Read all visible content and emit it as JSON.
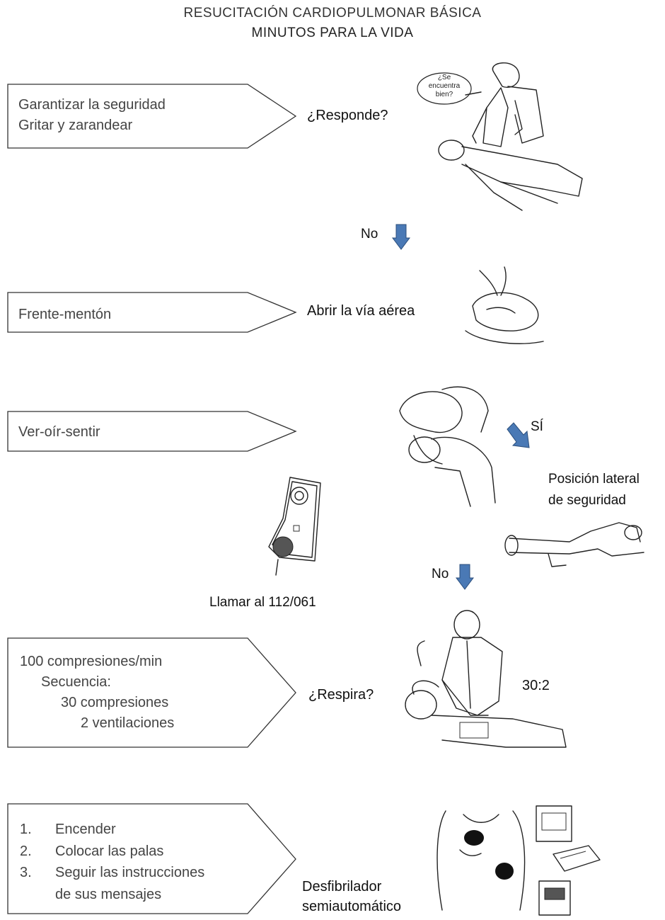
{
  "title": {
    "line1": "RESUCITACIÓN CARDIOPULMONAR BÁSICA",
    "line2": "MINUTOS PARA LA VIDA"
  },
  "steps": [
    {
      "lines": [
        "Garantizar la seguridad",
        "Gritar y zarandear"
      ],
      "question": "¿Responde?"
    },
    {
      "lines": [
        "Frente-mentón"
      ],
      "question": "Abrir la vía aérea"
    },
    {
      "lines": [
        "Ver-oír-sentir"
      ],
      "question": ""
    },
    {
      "lines": [
        "100 compresiones/min",
        "Secuencia:",
        "30 compresiones",
        "2 ventilaciones"
      ],
      "question": "¿Respira?"
    },
    {
      "list": [
        {
          "num": "1.",
          "text": "Encender"
        },
        {
          "num": "2.",
          "text": "Colocar las palas"
        },
        {
          "num": "3.",
          "text": "Seguir las instrucciones"
        },
        {
          "num": "",
          "text": "de sus mensajes"
        }
      ],
      "question_lines": [
        "Desfibrilador",
        "semiautomático"
      ]
    }
  ],
  "speech_bubble": [
    "¿Se",
    "encuentra",
    "bien?"
  ],
  "arrows": {
    "no_1": "No",
    "si": "SÍ",
    "no_2": "No"
  },
  "recovery_position": [
    "Posición lateral",
    "de seguridad"
  ],
  "call_label": "Llamar al 112/061",
  "ratio": "30:2",
  "colors": {
    "arrow": "#4a79b5",
    "ink": "#222222"
  }
}
